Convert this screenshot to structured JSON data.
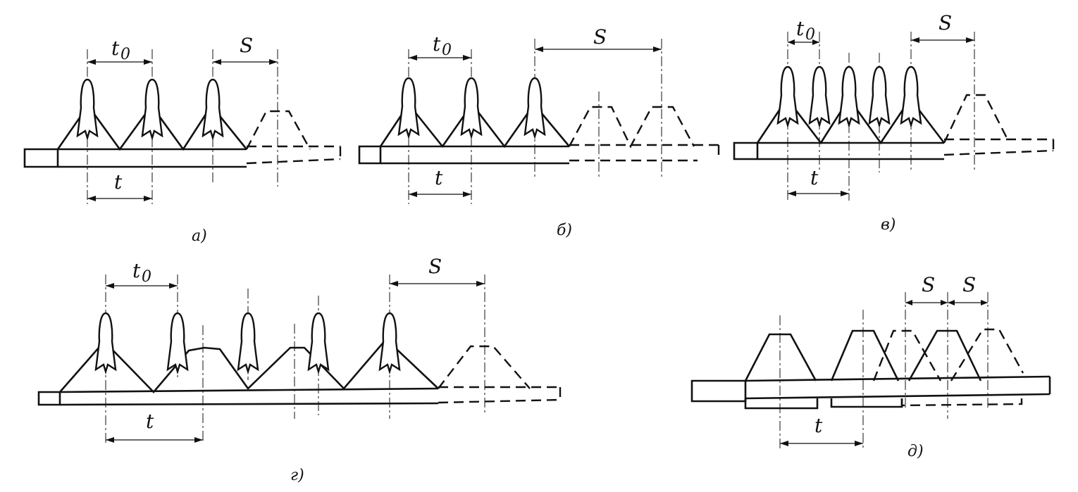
{
  "labels": {
    "t0": "t",
    "t0_sub": "0",
    "t": "t",
    "S": "S"
  },
  "captions": {
    "a": "а)",
    "b": "б)",
    "v": "в)",
    "g": "г)",
    "d": "д)"
  }
}
